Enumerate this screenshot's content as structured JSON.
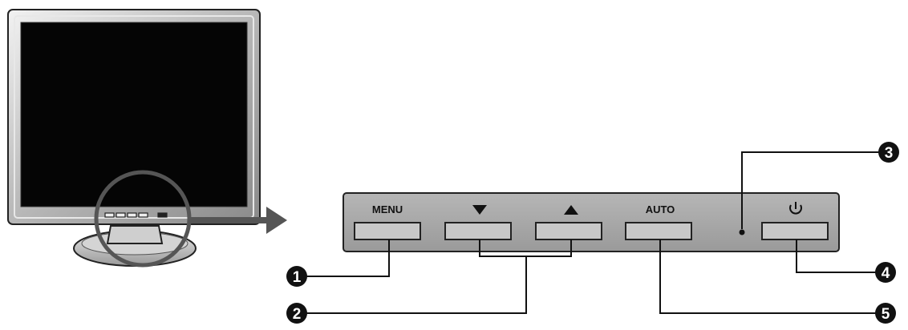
{
  "buttons": {
    "menu": "MENU",
    "down": "▼",
    "up": "▲",
    "auto": "AUTO",
    "power": "⏻"
  },
  "callouts": {
    "menu": "1",
    "arrows": "2",
    "led": "3",
    "power": "4",
    "auto": "5"
  },
  "colors": {
    "panel": "#a7a7a7",
    "button": "#c8c8c8",
    "ink": "#111111",
    "screen": "#050505",
    "bezel": "#bdbdbd"
  },
  "icons": {
    "power": "power-icon",
    "down": "triangle-down-icon",
    "up": "triangle-up-icon"
  }
}
